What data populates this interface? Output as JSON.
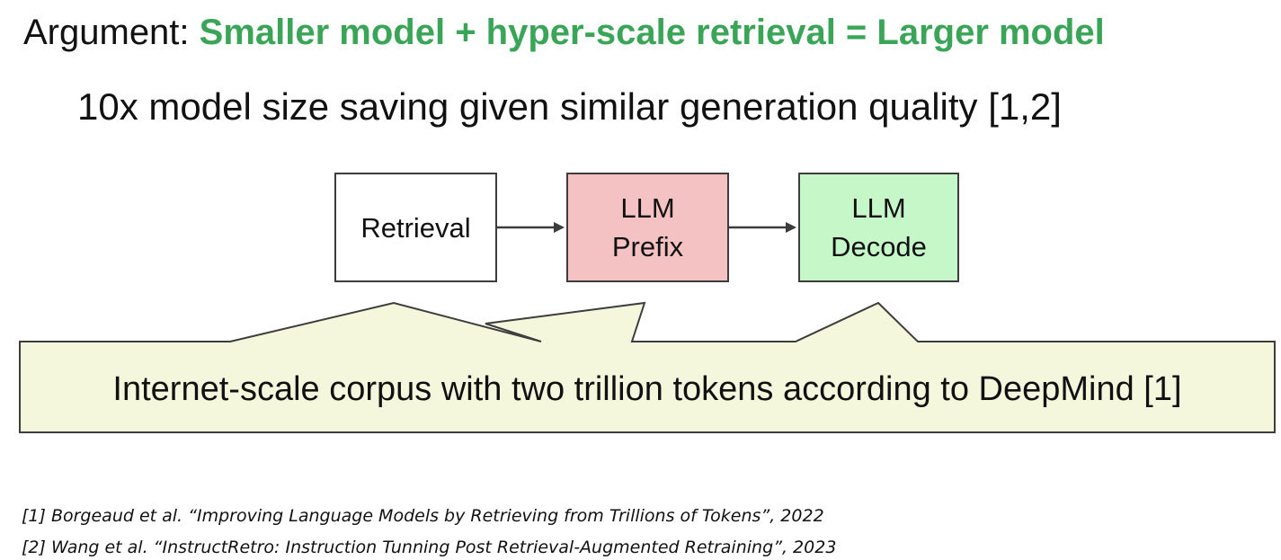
{
  "colors": {
    "accent_green": "#3aa557",
    "box_retrieval": "#ffffff",
    "box_prefix": "#f5c2c4",
    "box_decode": "#c6f7c9",
    "callout_fill": "#f5f7dc",
    "stroke": "#3d3d3d"
  },
  "title": {
    "prefix": "Argument: ",
    "highlight": "Smaller model + hyper-scale retrieval = Larger model"
  },
  "subtitle": "10x model size saving given similar generation quality [1,2]",
  "diagram": {
    "boxes": [
      {
        "id": "retrieval",
        "lines": [
          "Retrieval"
        ]
      },
      {
        "id": "prefix",
        "lines": [
          "LLM",
          "Prefix"
        ]
      },
      {
        "id": "decode",
        "lines": [
          "LLM",
          "Decode"
        ]
      }
    ],
    "callout": "Internet-scale corpus with two trillion tokens according to DeepMind [1]"
  },
  "references": [
    "[1] Borgeaud et al. “Improving Language Models by Retrieving from Trillions of Tokens”, 2022",
    "[2] Wang et al. “InstructRetro: Instruction Tunning Post Retrieval-Augmented Retraining”, 2023"
  ]
}
